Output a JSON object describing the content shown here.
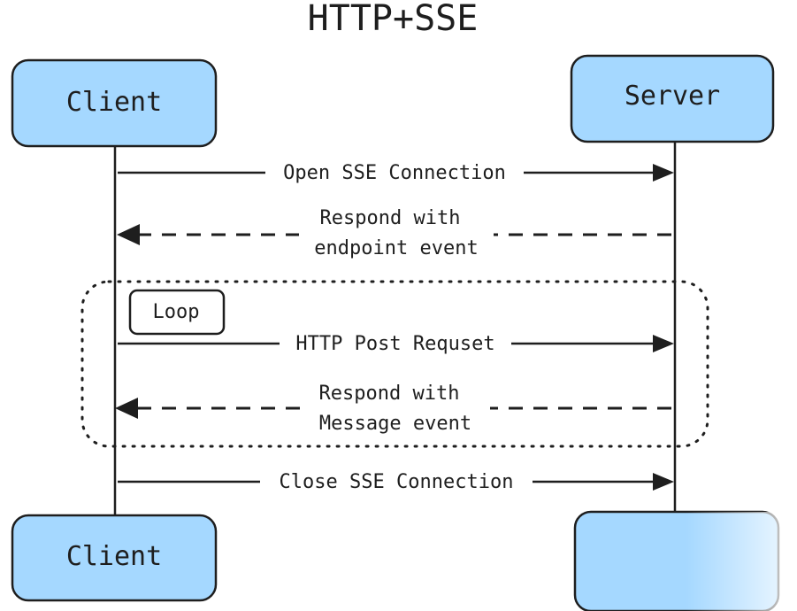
{
  "title": "HTTP+SSE",
  "actors": {
    "client_top": "Client",
    "server_top": "Server",
    "client_bottom": "Client",
    "server_bottom": ""
  },
  "colors": {
    "actor_fill": "#a5d8ff",
    "stroke": "#1e1e1e",
    "background": "#ffffff"
  },
  "messages": {
    "open_sse": "Open SSE Connection",
    "endpoint_line1": "Respond with",
    "endpoint_line2": "endpoint event",
    "post_request": "HTTP Post Requset",
    "message_line1": "Respond with",
    "message_line2": "Message event",
    "close_sse": "Close SSE Connection"
  },
  "loop": {
    "label": "Loop"
  }
}
